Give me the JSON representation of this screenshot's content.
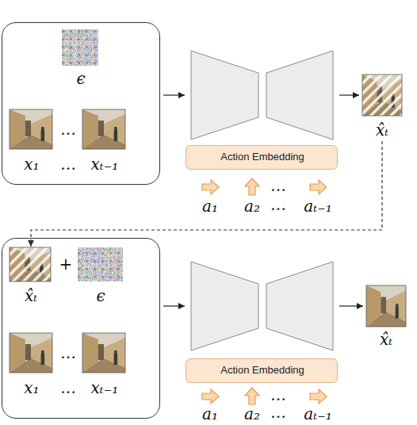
{
  "diagram": {
    "nodes": [
      {
        "text": [
          "…",
          "…"
        ]
      },
      {
        "text": [
          "ϵ"
        ],
        "in": 0
      },
      {
        "text": [
          "x₁"
        ],
        "in": 0
      },
      {
        "text": [
          "xₜ₋₁"
        ],
        "in": 0
      },
      {
        "text": [
          "Action Embedding"
        ]
      },
      {
        "text": [
          "x̂ₜ"
        ]
      },
      {
        "text": [
          "+",
          "…",
          "…"
        ]
      },
      {
        "text": [
          "x̂ₜ"
        ],
        "in": 6
      },
      {
        "text": [
          "ϵ"
        ],
        "in": 6
      },
      {
        "text": [
          "x₁"
        ],
        "in": 6
      },
      {
        "text": [
          "xₜ₋₁"
        ],
        "in": 6
      },
      {
        "text": [
          "Action Embedding"
        ]
      },
      {
        "text": [
          "x̂ₜ"
        ]
      }
    ],
    "edges": [
      {
        "from": 5,
        "to": 7,
        "arrow": "to"
      }
    ],
    "labels": [
      "…",
      "a₁",
      "a₂",
      "…",
      "aₜ₋₁",
      "…",
      "a₁",
      "a₂",
      "…",
      "aₜ₋₁"
    ]
  }
}
